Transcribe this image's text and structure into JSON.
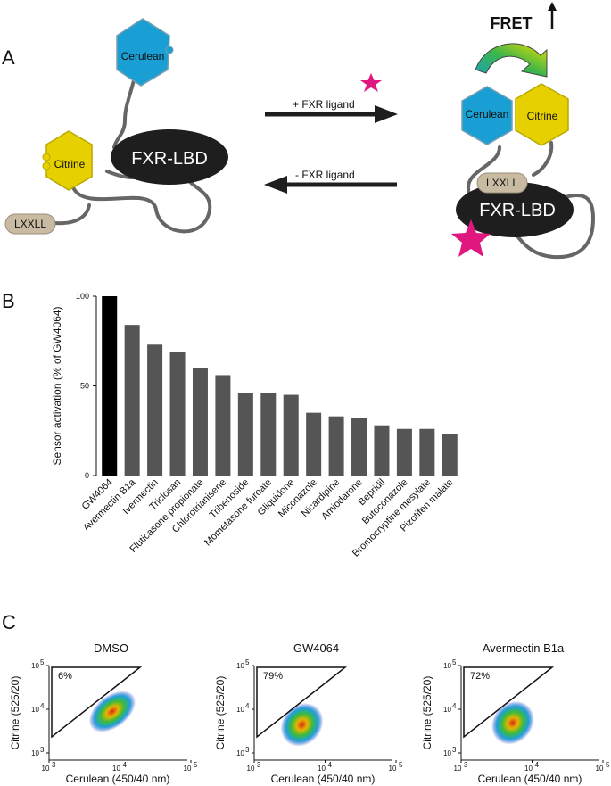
{
  "panels": {
    "a": "A",
    "b": "B",
    "c": "C"
  },
  "schematic": {
    "cerulean": "Cerulean",
    "citrine": "Citrine",
    "lbd": "FXR-LBD",
    "motif": "LXXLL",
    "forward_label": "+ FXR ligand",
    "reverse_label": "- FXR ligand",
    "fret": "FRET",
    "colors": {
      "cerulean": "#1a9fd4",
      "citrine": "#e6d000",
      "lbd": "#1e1e1e",
      "motif": "#c8bba2",
      "ligand": "#e0177f"
    }
  },
  "chart_data": {
    "type": "bar",
    "ylabel": "Sensor activation (% of GW4064)",
    "ylim": [
      0,
      100
    ],
    "yticks": [
      0,
      50,
      100
    ],
    "categories": [
      "GW4064",
      "Avermectin B1a",
      "Ivermectin",
      "Triclosan",
      "Fluticasone propionate",
      "Chlorotrianisene",
      "Tribenoside",
      "Mometasone furoate",
      "Gliquidone",
      "Miconazole",
      "Nicardipine",
      "Amiodarone",
      "Bepridil",
      "Butoconazole",
      "Bromocryptine mesylate",
      "Pizotifen malate"
    ],
    "values": [
      100,
      84,
      73,
      69,
      60,
      56,
      46,
      46,
      45,
      35,
      33,
      32,
      28,
      26,
      26,
      23
    ],
    "colors": {
      "reference": "#000000",
      "bars": "#555555"
    }
  },
  "flow": {
    "xlabel": "Cerulean (450/40 nm)",
    "ylabel": "Citrine (525/20)",
    "ticks": [
      "10",
      "3",
      "10",
      "4",
      "10",
      "5"
    ],
    "plots": [
      {
        "title": "DMSO",
        "gate_pct": "6%"
      },
      {
        "title": "GW4064",
        "gate_pct": "79%"
      },
      {
        "title": "Avermectin B1a",
        "gate_pct": "72%"
      }
    ]
  }
}
